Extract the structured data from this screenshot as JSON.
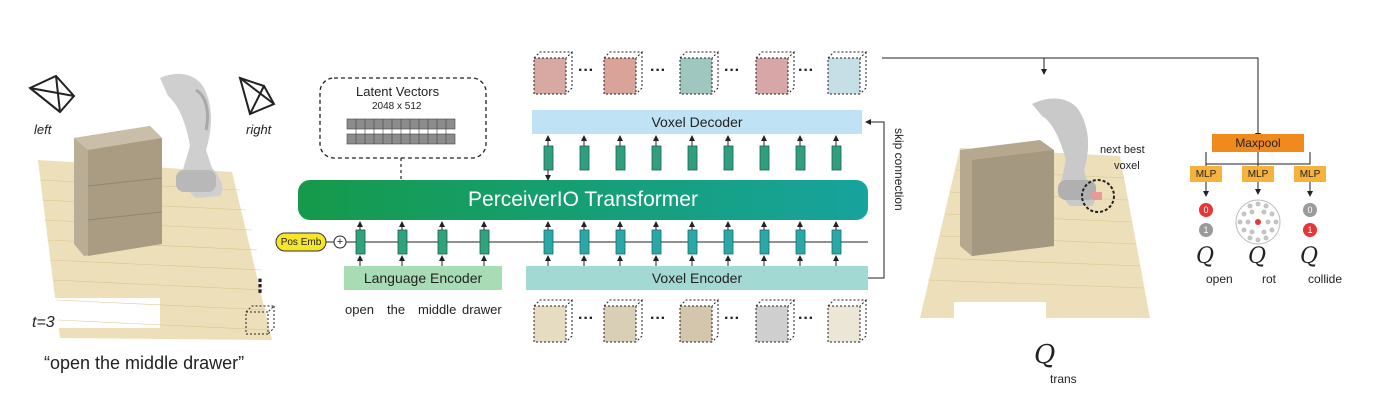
{
  "left_panel": {
    "camera_left_label": "left",
    "camera_right_label": "right",
    "timestep_label": "t=3",
    "caption": "“open the middle drawer”",
    "ellipsis": "⋮"
  },
  "center": {
    "latent_title": "Latent Vectors",
    "latent_dims": "2048 x 512",
    "voxel_decoder_label": "Voxel Decoder",
    "transformer_label": "PerceiverIO Transformer",
    "skip_connection_label": "skip connection",
    "pos_emb_label": "Pos Emb",
    "plus_symbol": "+",
    "language_encoder_label": "Language Encoder",
    "voxel_encoder_label": "Voxel Encoder",
    "instruction_tokens": [
      "open",
      "the",
      "middle",
      "drawer"
    ],
    "dots": "···"
  },
  "right_panel": {
    "next_best_voxel_line1": "next best",
    "next_best_voxel_line2": "voxel",
    "q_symbol": "Q",
    "trans_label": "trans",
    "maxpool_label": "Maxpool",
    "mlp_label": "MLP",
    "heads": [
      {
        "name": "open",
        "values": [
          "0",
          "1"
        ]
      },
      {
        "name": "rot",
        "values": []
      },
      {
        "name": "collide",
        "values": [
          "0",
          "1"
        ]
      }
    ]
  },
  "colors": {
    "transformer_start": "#159a4a",
    "transformer_end": "#17a39e",
    "decoder_fill": "#bfe2f4",
    "encoder_fill": "#a3d9d3",
    "language_fill": "#a7dcb5",
    "token_green": "#2aa38a",
    "token_teal": "#2aa8a8",
    "maxpool": "#f08a1c",
    "mlp": "#f5b23c",
    "pos_emb": "#f7e52a",
    "red_active": "#e83535",
    "grey_inactive": "#9a9a9a"
  }
}
